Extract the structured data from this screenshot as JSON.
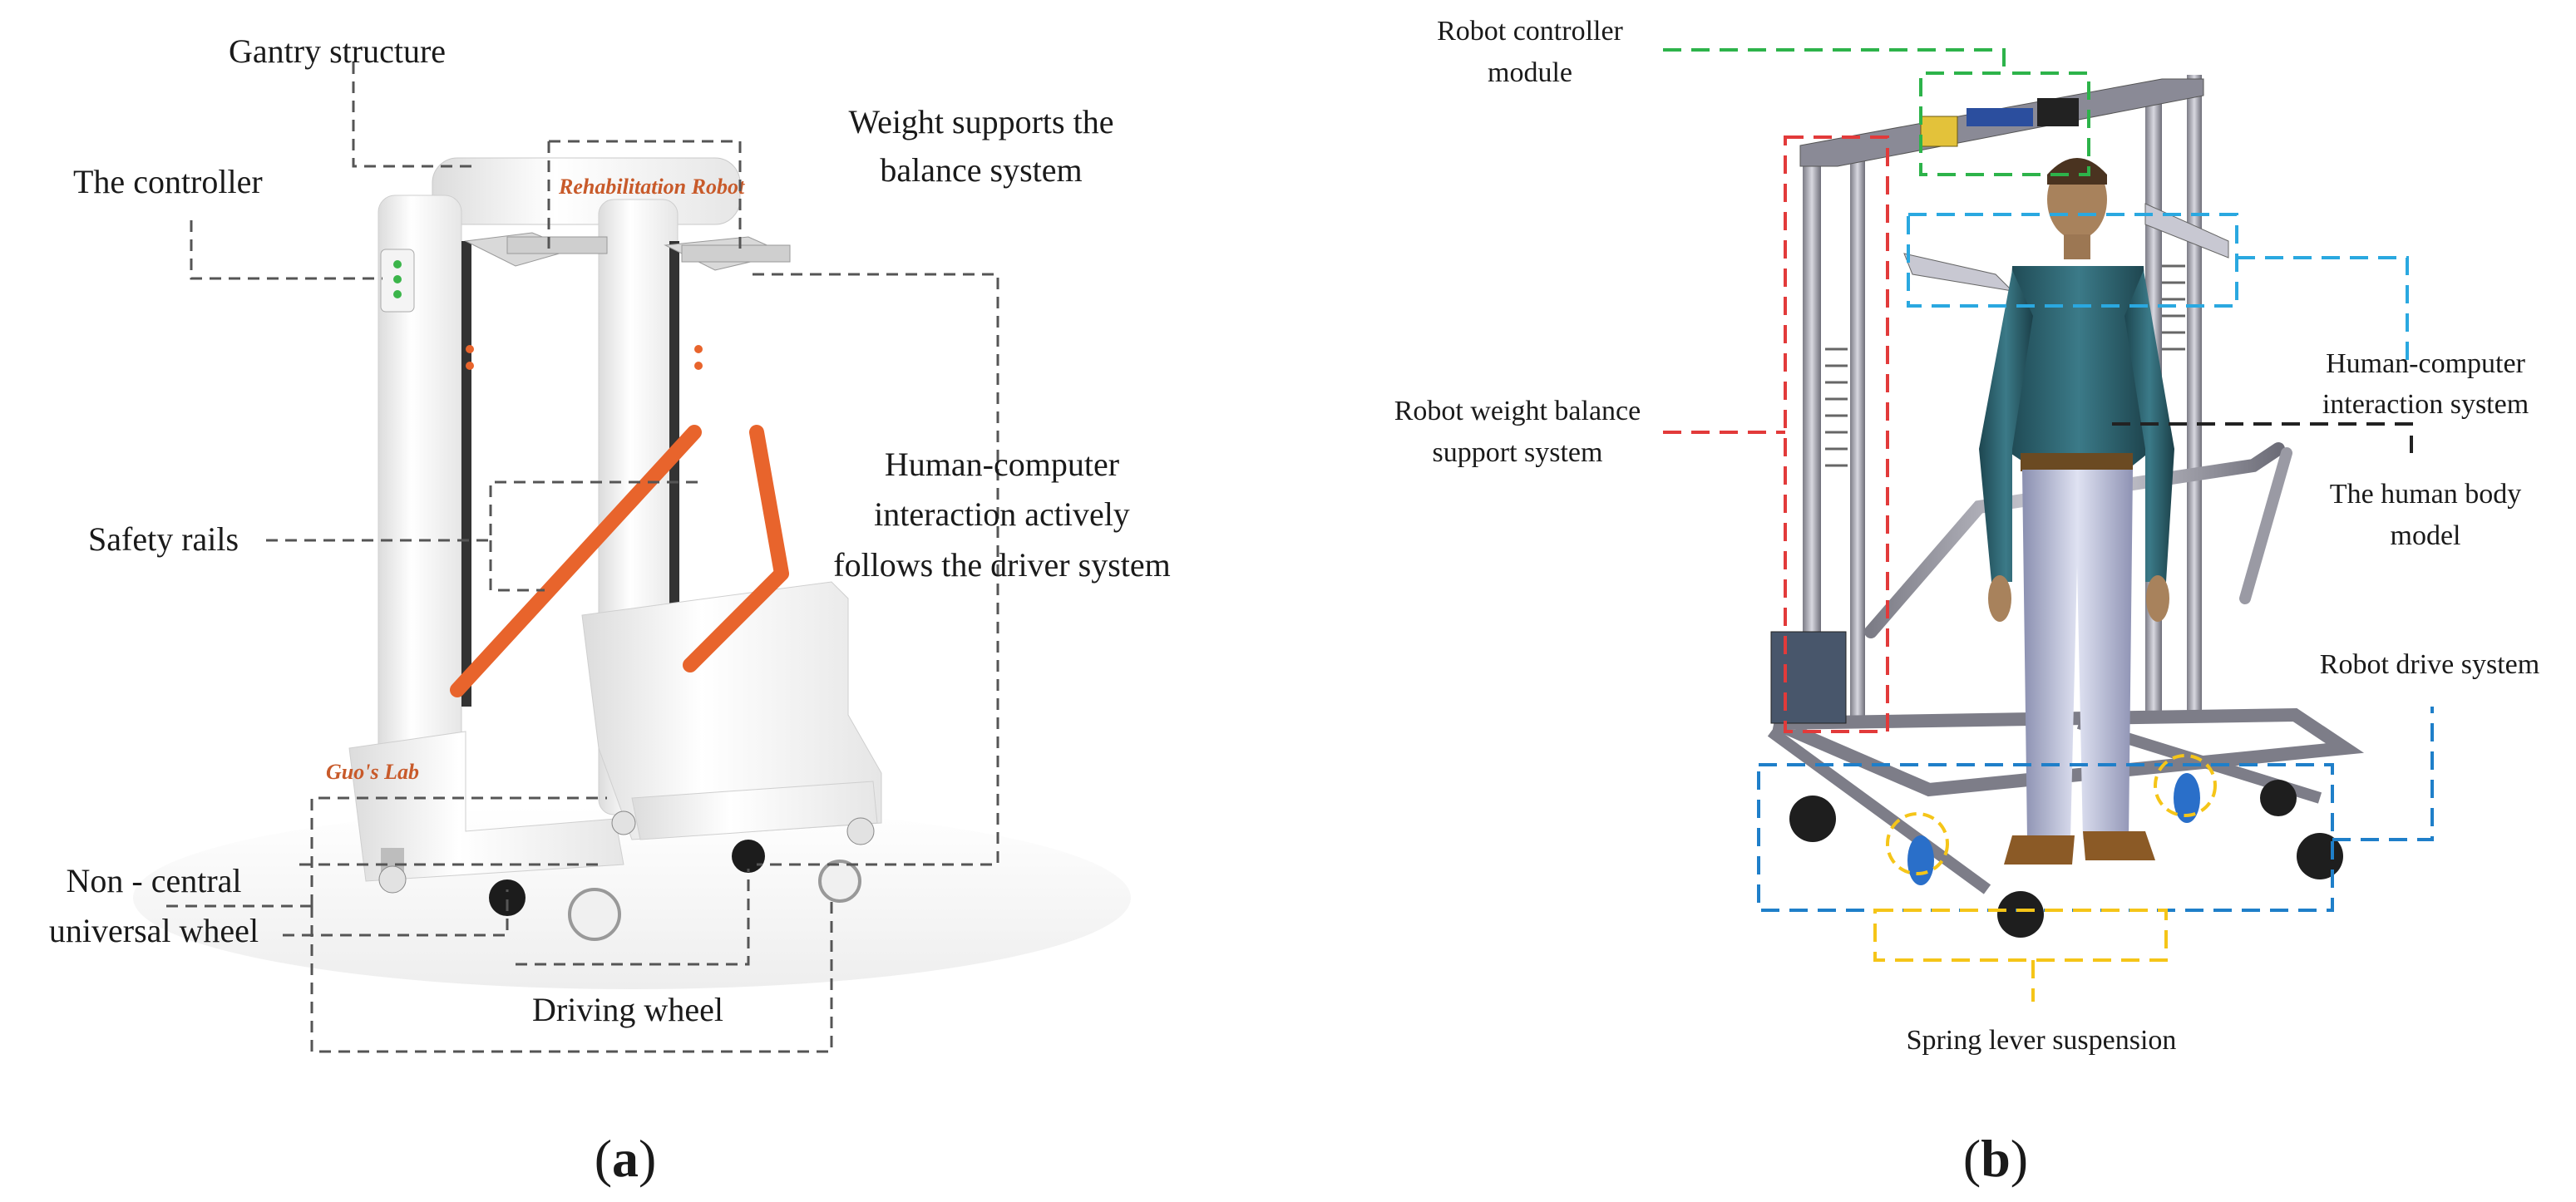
{
  "panel_a": {
    "labels": {
      "gantry": "Gantry structure",
      "controller": "The controller",
      "weight": [
        "Weight supports the",
        "balance system"
      ],
      "safety": "Safety rails",
      "hci": [
        "Human-computer",
        "interaction actively",
        "follows the driver system"
      ],
      "noncentral": [
        "Non - central",
        "universal wheel"
      ],
      "driving": "Driving wheel"
    },
    "robot_text": {
      "top": "Rehabilitation Robot",
      "base": "Guo's Lab"
    },
    "caption": {
      "open": "(",
      "letter": "a",
      "close": ")"
    }
  },
  "panel_b": {
    "labels": {
      "controller_module": [
        "Robot controller",
        "module"
      ],
      "weight_balance": [
        "Robot weight balance",
        "support system"
      ],
      "hci": [
        "Human-computer",
        "interaction system"
      ],
      "body": [
        "The human body",
        "model"
      ],
      "drive": "Robot drive system",
      "spring": "Spring lever suspension"
    },
    "caption": {
      "open": "(",
      "letter": "b",
      "close": ")"
    }
  },
  "colors": {
    "orange_rail": "#e8642c",
    "green_box": "#2db34a",
    "cyan_box": "#2aa8e0",
    "red_box": "#e23a3a",
    "blue_box": "#1f7fc9",
    "yellow_box": "#f5c518",
    "black_dash": "#222222",
    "gray_dash": "#555555"
  }
}
